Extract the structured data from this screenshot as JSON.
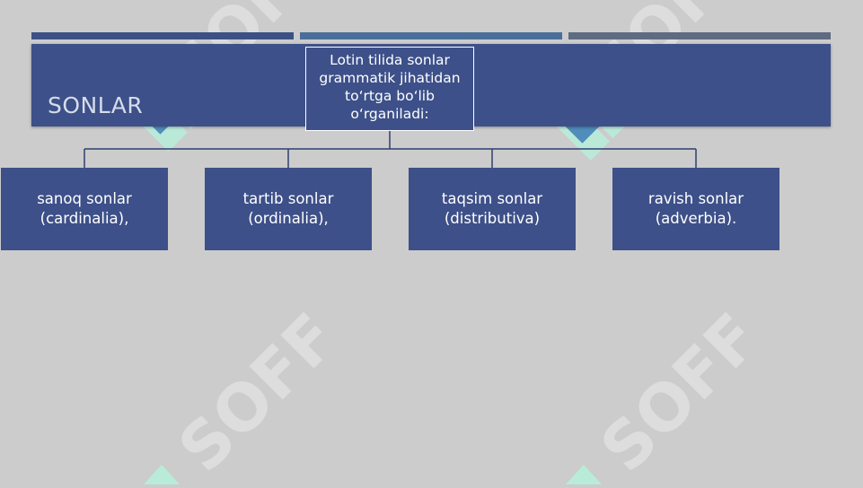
{
  "header": {
    "title": "SONLAR"
  },
  "diagram": {
    "root": {
      "lines": [
        "Lotin tilida sonlar",
        "grammatik jihatidan",
        "to‘rtga bo‘lib",
        "o‘rganiladi:"
      ]
    },
    "children": [
      {
        "line1": "sanoq sonlar",
        "line2": "(cardinalia),"
      },
      {
        "line1": "tartib sonlar",
        "line2": "(ordinalia),"
      },
      {
        "line1": "taqsim sonlar",
        "line2": "(distributiva)"
      },
      {
        "line1": "ravish sonlar",
        "line2": "(adverbia)."
      }
    ]
  },
  "watermark": {
    "text": "SOFF"
  },
  "colors": {
    "background": "#cccccc",
    "box_fill": "#3d5089",
    "connector": "#2f3f6e",
    "watermark_text": "#ffffff",
    "watermark_logo_light": "#b8ecd9",
    "watermark_logo_dark": "#3d7cb5"
  }
}
